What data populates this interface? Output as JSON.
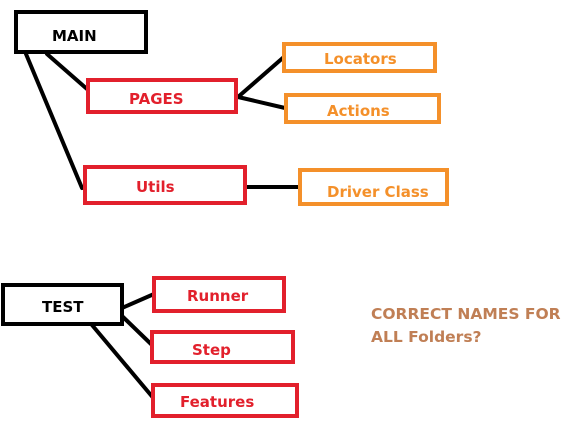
{
  "diagram": {
    "main": "MAIN",
    "pages": "PAGES",
    "locators": "Locators",
    "actions": "Actions",
    "utils": "Utils",
    "driver_class": "Driver Class",
    "test": "TEST",
    "runner": "Runner",
    "step": "Step",
    "features": "Features"
  },
  "note": {
    "line1": "CORRECT NAMES FOR",
    "line2": "ALL Folders?"
  },
  "colors": {
    "black": "#000000",
    "red": "#e2202c",
    "orange": "#f4902a",
    "note": "#c07f55"
  }
}
